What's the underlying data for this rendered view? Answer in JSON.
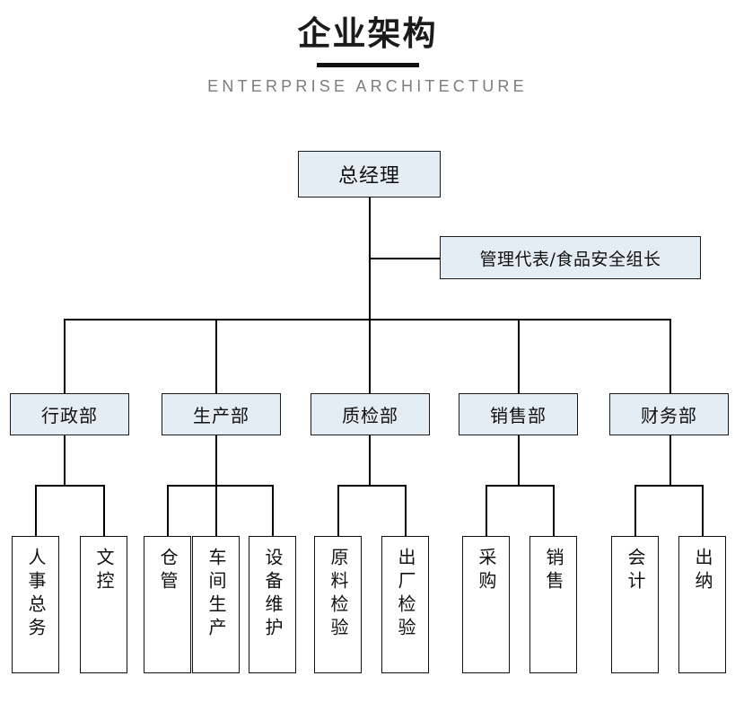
{
  "header": {
    "title_cn": "企业架构",
    "title_en": "ENTERPRISE ARCHITECTURE"
  },
  "colors": {
    "node_fill": "#e4ecf4",
    "node_border": "#1b1b1b",
    "leaf_fill": "#ffffff",
    "line": "#000000",
    "title_cn_color": "#1a1a1a",
    "title_en_color": "#7d7d7d",
    "rule_color": "#111111"
  },
  "chart_data": {
    "type": "diagram",
    "diagram_type": "organization-chart",
    "title": "企业架构",
    "subtitle": "ENTERPRISE ARCHITECTURE",
    "root": {
      "id": "gm",
      "label": "总经理"
    },
    "staff": {
      "id": "mgmt-rep",
      "label": "管理代表/食品安全组长",
      "attached_to": "gm"
    },
    "departments": [
      {
        "id": "admin",
        "label": "行政部",
        "children": [
          {
            "id": "hr-affairs",
            "label": "人事总务"
          },
          {
            "id": "doc-control",
            "label": "文控"
          }
        ]
      },
      {
        "id": "production",
        "label": "生产部",
        "children": [
          {
            "id": "warehouse",
            "label": "仓管"
          },
          {
            "id": "workshop",
            "label": "车间生产"
          },
          {
            "id": "maintenance",
            "label": "设备维护"
          }
        ]
      },
      {
        "id": "quality",
        "label": "质检部",
        "children": [
          {
            "id": "raw-inspect",
            "label": "原料检验"
          },
          {
            "id": "out-inspect",
            "label": "出厂检验"
          }
        ]
      },
      {
        "id": "sales",
        "label": "销售部",
        "children": [
          {
            "id": "purchasing",
            "label": "采购"
          },
          {
            "id": "selling",
            "label": "销售"
          }
        ]
      },
      {
        "id": "finance",
        "label": "财务部",
        "children": [
          {
            "id": "accounting",
            "label": "会计"
          },
          {
            "id": "cashier",
            "label": "出纳"
          }
        ]
      }
    ]
  }
}
